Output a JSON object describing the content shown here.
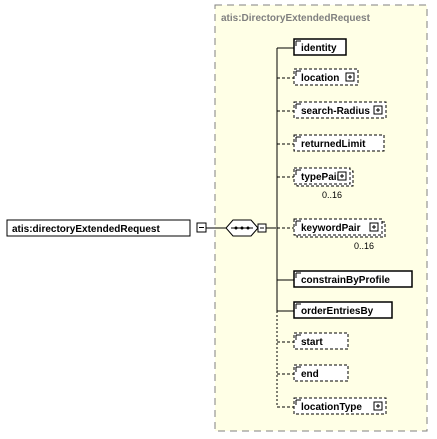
{
  "diagram": {
    "root_element": "atis:directoryExtendedRequest",
    "type_name": "atis:DirectoryExtendedRequest",
    "children": [
      {
        "name": "identity",
        "optional": false,
        "expandable": false,
        "occurs": ""
      },
      {
        "name": "location",
        "optional": true,
        "expandable": true,
        "occurs": ""
      },
      {
        "name": "search-Radius",
        "optional": true,
        "expandable": true,
        "occurs": ""
      },
      {
        "name": "returnedLimit",
        "optional": true,
        "expandable": false,
        "occurs": ""
      },
      {
        "name": "typePair",
        "optional": true,
        "expandable": true,
        "occurs": "0..16"
      },
      {
        "name": "keywordPair",
        "optional": true,
        "expandable": true,
        "occurs": "0..16"
      },
      {
        "name": "constrainByProfile",
        "optional": false,
        "expandable": false,
        "occurs": ""
      },
      {
        "name": "orderEntriesBy",
        "optional": false,
        "expandable": false,
        "occurs": ""
      },
      {
        "name": "start",
        "optional": true,
        "expandable": false,
        "occurs": ""
      },
      {
        "name": "end",
        "optional": true,
        "expandable": false,
        "occurs": ""
      },
      {
        "name": "locationType",
        "optional": true,
        "expandable": true,
        "occurs": ""
      }
    ],
    "colors": {
      "type_box_fill": "#ffffe6",
      "type_box_border": "#808080",
      "type_title": "#7f7f7f",
      "line": "#000000"
    },
    "icons": [
      "expand-plus-icon",
      "collapse-minus-icon",
      "sequence-compositor-icon",
      "attribute-corner-icon"
    ]
  }
}
